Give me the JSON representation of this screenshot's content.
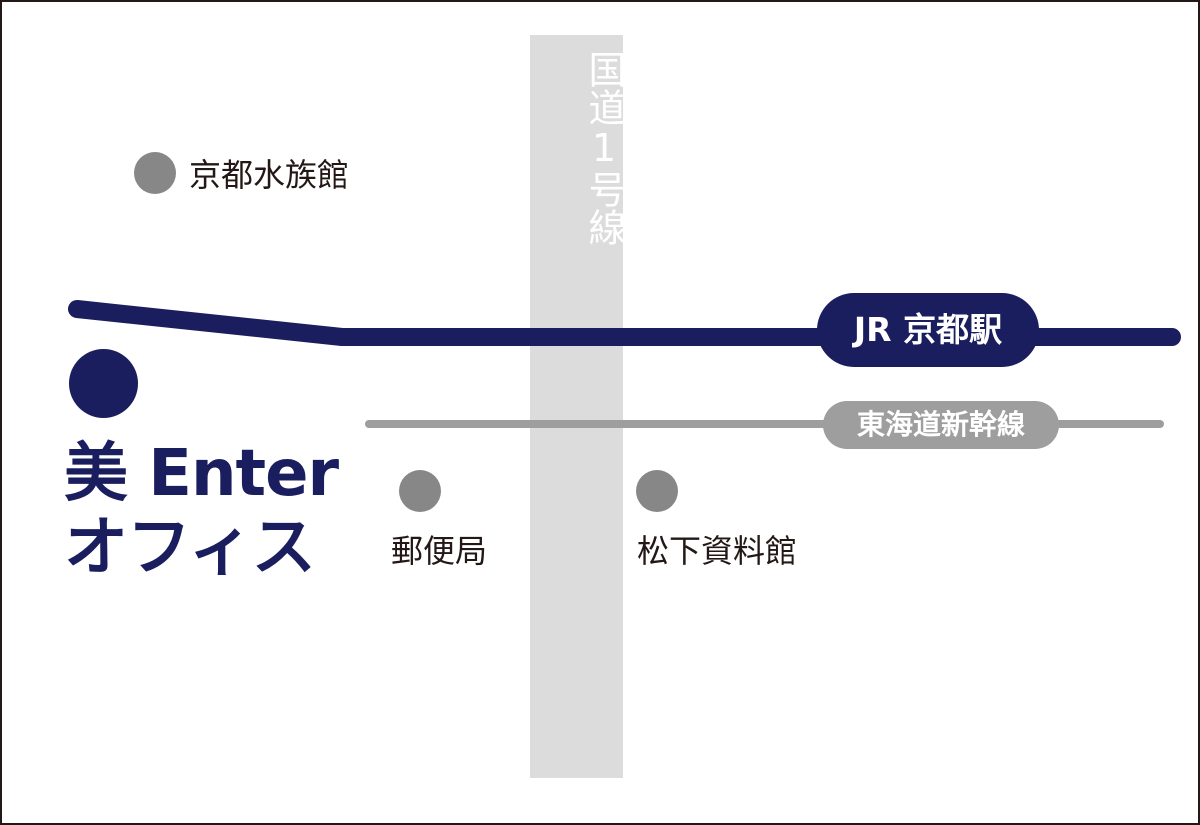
{
  "colors": {
    "navy": "#1b1e5e",
    "gray_line": "#9e9e9e",
    "gray_dot": "#878787",
    "road": "#dcdcdc",
    "text": "#231815"
  },
  "road": {
    "label": "国道1号線"
  },
  "station": {
    "label": "JR 京都駅"
  },
  "shinkansen": {
    "label": "東海道新幹線"
  },
  "office": {
    "line1": "美 Enter",
    "line2": "オフィス"
  },
  "landmarks": {
    "aquarium": "京都水族館",
    "post_office": "郵便局",
    "museum": "松下資料館"
  }
}
